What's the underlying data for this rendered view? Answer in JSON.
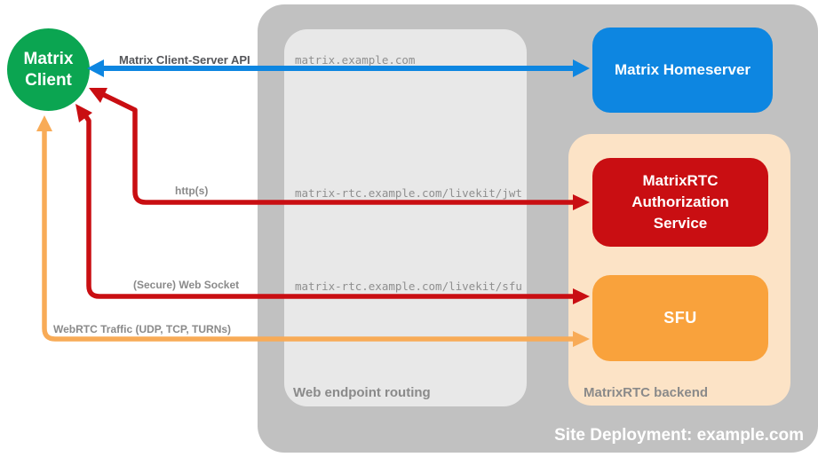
{
  "colors": {
    "green": "#0ba551",
    "blue": "#0d86e1",
    "red": "#c90e12",
    "orange": "#f9a23c",
    "orange_light": "#f8ab57",
    "peach": "#fce3c6",
    "outer_gray": "#c1c1c1",
    "inner_gray": "#e8e8e8",
    "label_dark": "#55565a",
    "label_gray": "#8a8a8a",
    "mono_gray": "#8f8f8f",
    "white": "#ffffff"
  },
  "nodes": {
    "client": {
      "line1": "Matrix",
      "line2": "Client"
    },
    "homeserver": {
      "label": "Matrix Homeserver"
    },
    "auth": {
      "label": "MatrixRTC Authorization Service"
    },
    "sfu": {
      "label": "SFU"
    }
  },
  "containers": {
    "site": {
      "label": "Site Deployment: example.com"
    },
    "routing": {
      "label": "Web endpoint routing"
    },
    "backend": {
      "label": "MatrixRTC backend"
    }
  },
  "endpoints": [
    {
      "host": "matrix.example.com"
    },
    {
      "host": "matrix-rtc.example.com/livekit/jwt"
    },
    {
      "host": "matrix-rtc.example.com/livekit/sfu"
    }
  ],
  "arrows": [
    {
      "id": "client-server-api",
      "label": "Matrix Client-Server API"
    },
    {
      "id": "https",
      "label": "http(s)"
    },
    {
      "id": "websocket",
      "label": "(Secure) Web Socket"
    },
    {
      "id": "webrtc",
      "label": "WebRTC Traffic (UDP, TCP, TURNs)"
    }
  ]
}
